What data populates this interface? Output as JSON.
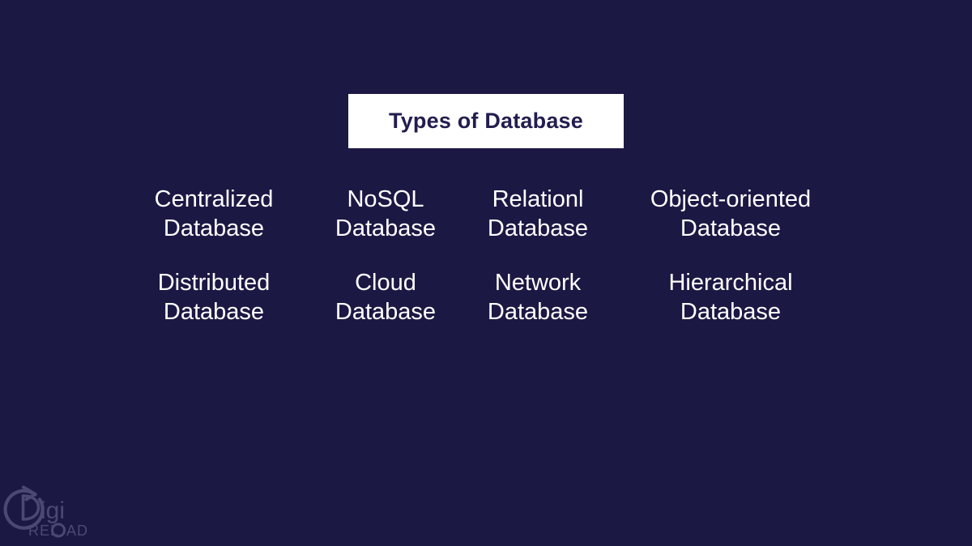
{
  "slide": {
    "background_color": "#1c1844",
    "title": {
      "text": "Types of Database",
      "box_color": "#ffffff",
      "text_color": "#231d4f"
    },
    "text_color": "#ffffff"
  },
  "types": {
    "rows": [
      {
        "cells": [
          {
            "line1": "Centralized",
            "line2": "Database"
          },
          {
            "line1": "NoSQL",
            "line2": "Database"
          },
          {
            "line1": "Relationl",
            "line2": "Database"
          },
          {
            "line1": "Object-oriented",
            "line2": "Database"
          }
        ]
      },
      {
        "cells": [
          {
            "line1": "Distributed",
            "line2": "Database"
          },
          {
            "line1": "Cloud",
            "line2": "Database"
          },
          {
            "line1": "Network",
            "line2": "Database"
          },
          {
            "line1": "Hierarchical",
            "line2": "Database"
          }
        ]
      }
    ]
  },
  "watermark": {
    "name": "Digi RELOAD",
    "primary_text": "igi",
    "secondary_text": "REL",
    "secondary_text_tail": "AD",
    "icon": "reload-circle-d-icon",
    "color": "#8d8cb0"
  }
}
